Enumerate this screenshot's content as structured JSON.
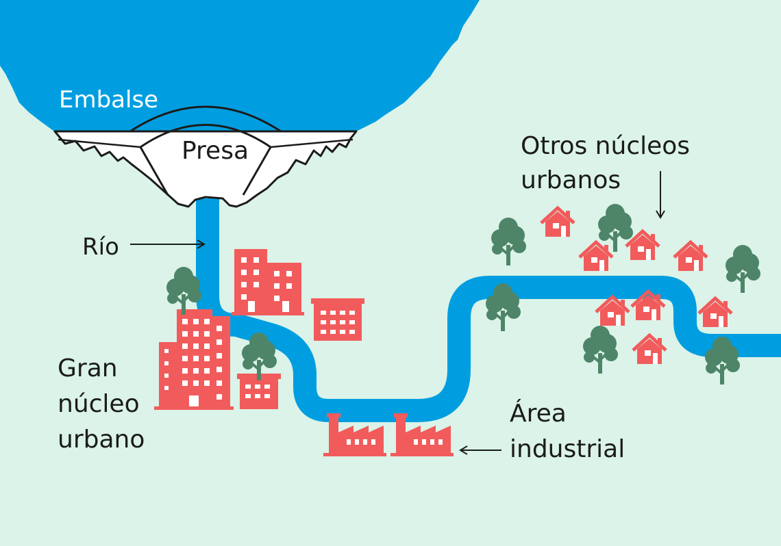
{
  "labels": {
    "reservoir": "Embalse",
    "dam": "Presa",
    "river": "Río",
    "big_city": [
      "Gran",
      "núcleo",
      "urbano"
    ],
    "other_towns": [
      "Otros núcleos",
      "urbanos"
    ],
    "industrial": [
      "Área",
      "industrial"
    ]
  },
  "colors": {
    "background": "#dbf3e8",
    "water": "#009ee0",
    "buildings": "#f25b5b",
    "trees": "#4e8568",
    "dam": "#ffffff",
    "outline": "#1b1b1b"
  }
}
